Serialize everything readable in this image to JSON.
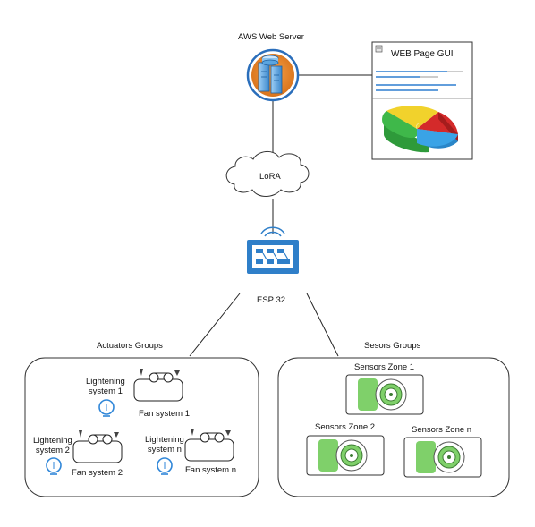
{
  "server": {
    "label": "AWS Web Server"
  },
  "gui": {
    "title": "WEB Page GUI"
  },
  "cloud": {
    "label": "LoRA"
  },
  "esp": {
    "label": "ESP 32"
  },
  "actuators": {
    "group_label": "Actuators Groups",
    "lightening": [
      {
        "line1": "Lightening",
        "line2": "system 1"
      },
      {
        "line1": "Lightening",
        "line2": "system 2"
      },
      {
        "line1": "Lightening",
        "line2": "system n"
      }
    ],
    "fans": [
      "Fan system 1",
      "Fan system 2",
      "Fan system n"
    ]
  },
  "sensors": {
    "group_label": "Sesors Groups",
    "zones": [
      "Sensors Zone 1",
      "Sensors Zone 2",
      "Sensors Zone n"
    ]
  },
  "colors": {
    "server_ring": "#2a6ebb",
    "server_fill": "#e8862a",
    "esp_blue": "#2f7fc9",
    "pie_yellow": "#f1d22c",
    "pie_red": "#d42a2a",
    "pie_green": "#3fb84a",
    "pie_blue": "#3aa3e6",
    "sensor_green": "#7fd06a",
    "bulb_blue": "#2f86d8"
  }
}
